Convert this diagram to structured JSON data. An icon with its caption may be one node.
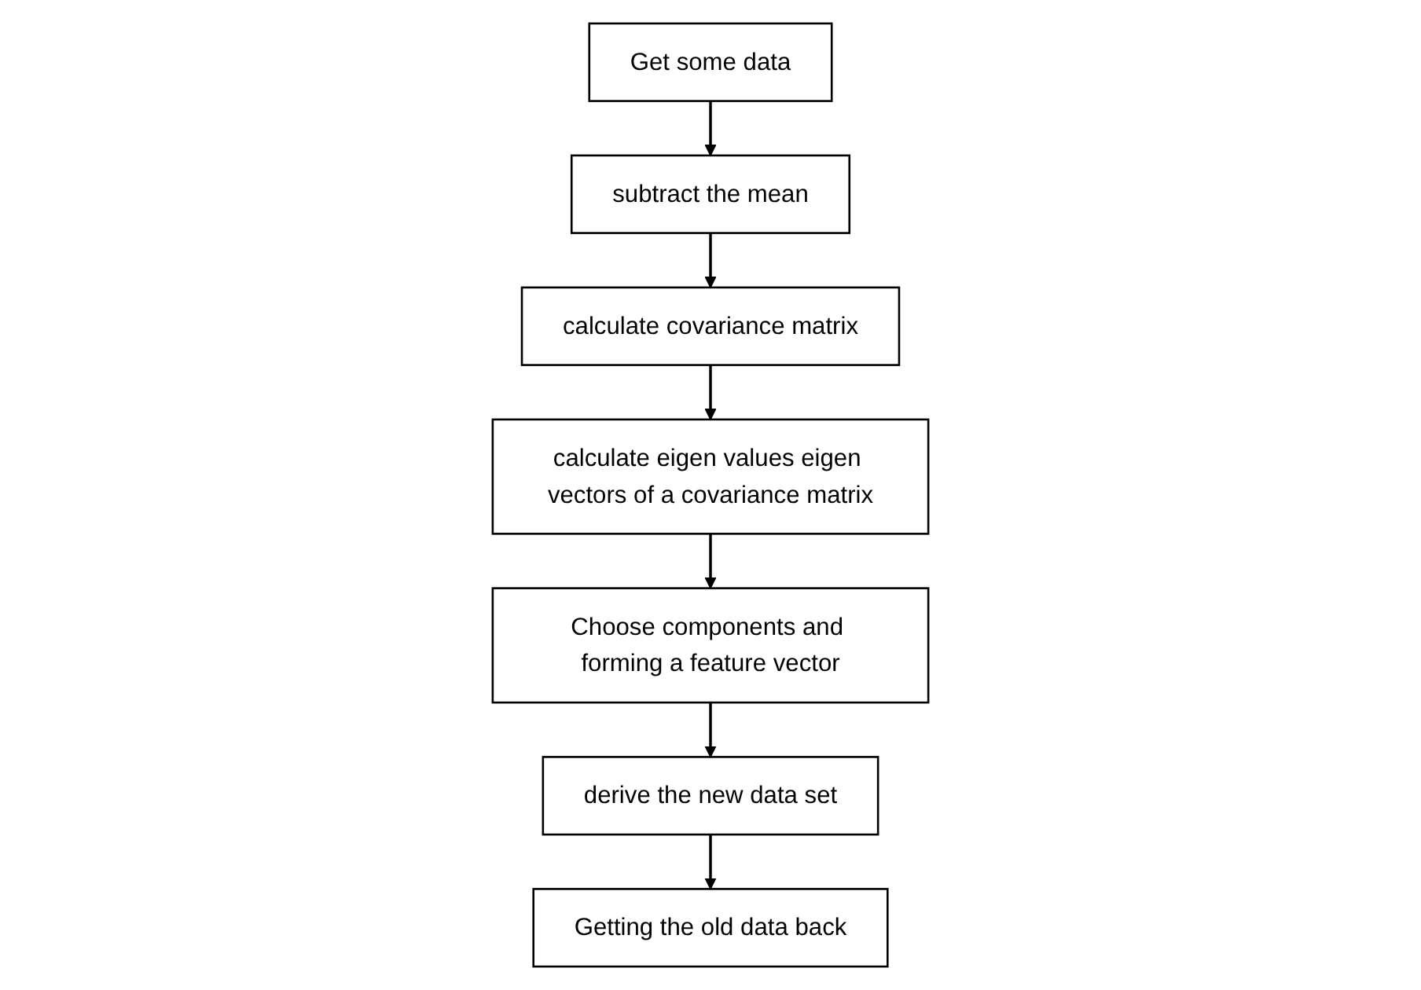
{
  "diagram": {
    "nodes": [
      {
        "text": [
          "Get some data"
        ]
      },
      {
        "text": [
          "subtract the mean"
        ]
      },
      {
        "text": [
          "calculate covariance matrix"
        ]
      },
      {
        "text": [
          "calculate eigen values eigen vectors of a covariance matrix"
        ]
      },
      {
        "text": [
          "Choose components and forming a feature vector"
        ]
      },
      {
        "text": [
          "derive the new data set"
        ]
      },
      {
        "text": [
          "Getting the old data back"
        ]
      }
    ],
    "edges": [
      {
        "from": 0,
        "to": 1,
        "arrow": "to"
      },
      {
        "from": 1,
        "to": 2,
        "arrow": "to"
      },
      {
        "from": 2,
        "to": 3,
        "arrow": "to"
      },
      {
        "from": 3,
        "to": 4,
        "arrow": "to"
      },
      {
        "from": 4,
        "to": 5,
        "arrow": "to"
      },
      {
        "from": 5,
        "to": 6,
        "arrow": "to"
      }
    ]
  }
}
